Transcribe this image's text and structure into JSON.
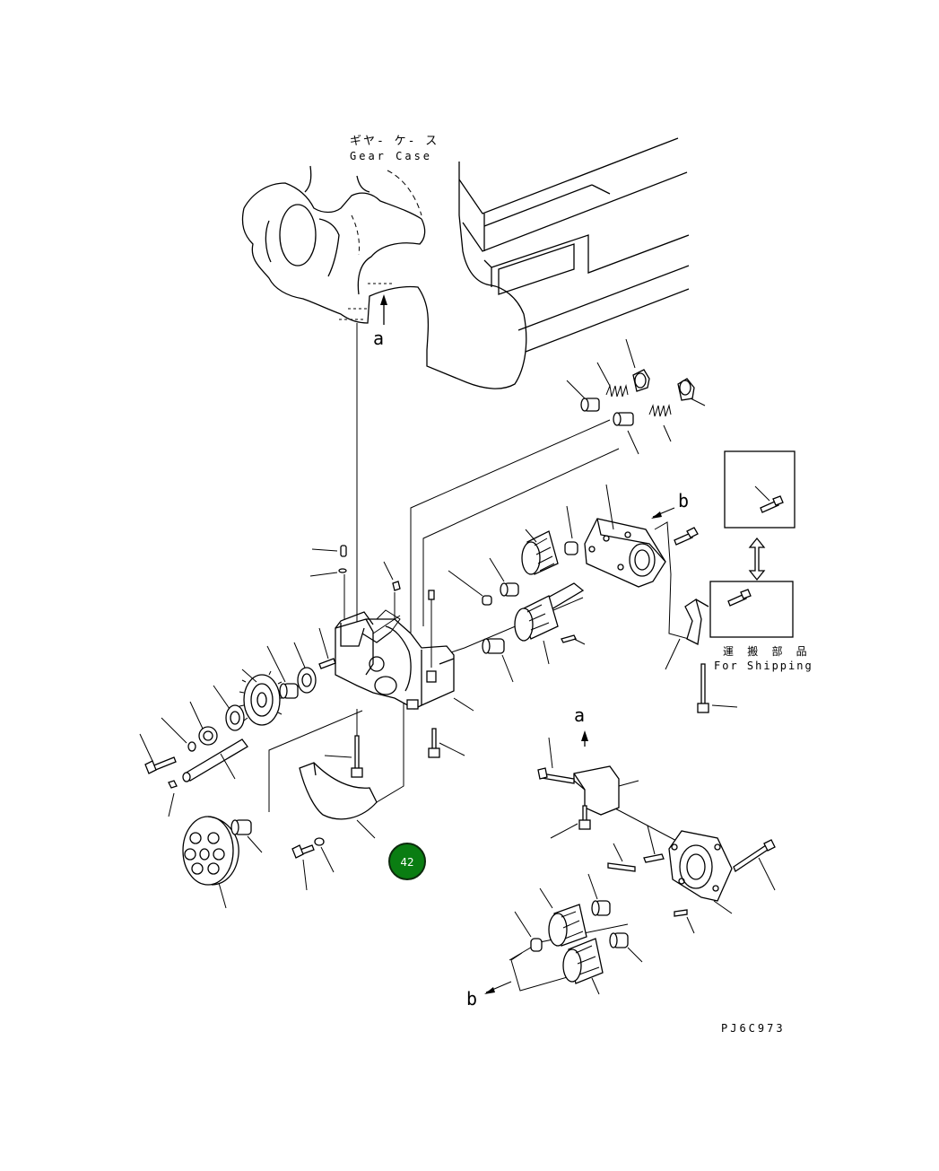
{
  "labels": {
    "gear_case_jp": "ギヤ- ケ- ス",
    "gear_case_en": "Gear Case",
    "shipping_jp": "運 搬 部 品",
    "shipping_en": "For Shipping",
    "ref_a_top": "a",
    "ref_a_mid": "a",
    "ref_b_top": "b",
    "ref_b_bottom": "b",
    "drawing_code": "PJ6C973"
  },
  "callouts": [
    {
      "id": "42",
      "label": "42",
      "color": "#0a7d12"
    }
  ],
  "colors": {
    "line": "#000000",
    "background": "#ffffff",
    "callout_fill": "#0a7d12",
    "callout_ring": "#0d2a0d",
    "callout_text": "#ffffff"
  }
}
